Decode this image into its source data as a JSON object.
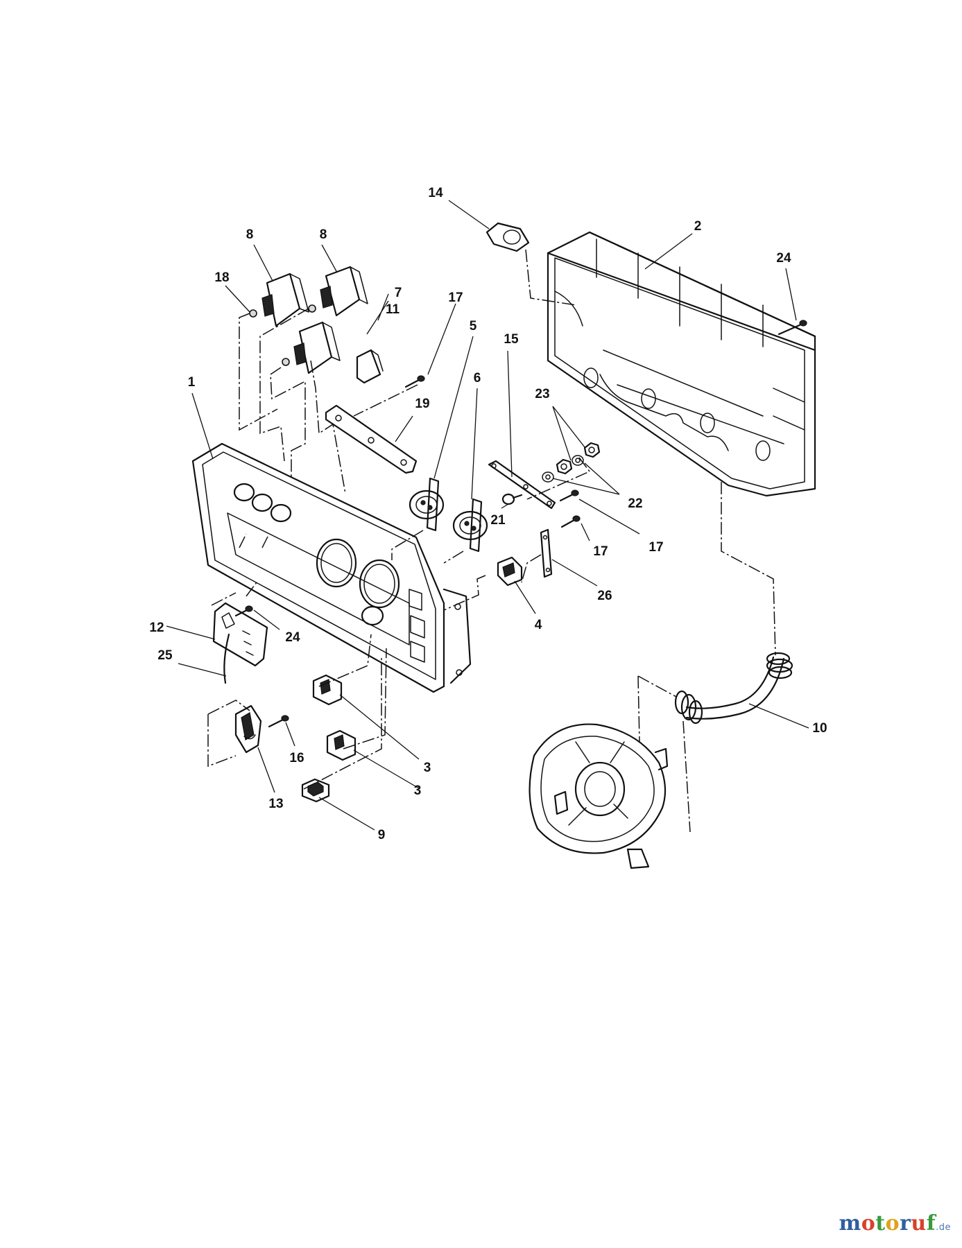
{
  "callouts": [
    {
      "text": "14"
    },
    {
      "text": "2"
    },
    {
      "text": "24"
    },
    {
      "text": "8"
    },
    {
      "text": "8"
    },
    {
      "text": "18"
    },
    {
      "text": "7"
    },
    {
      "text": "11"
    },
    {
      "text": "17"
    },
    {
      "text": "5"
    },
    {
      "text": "15"
    },
    {
      "text": "6"
    },
    {
      "text": "1"
    },
    {
      "text": "19"
    },
    {
      "text": "23"
    },
    {
      "text": "22"
    },
    {
      "text": "21"
    },
    {
      "text": "17"
    },
    {
      "text": "17"
    },
    {
      "text": "26"
    },
    {
      "text": "4"
    },
    {
      "text": "12"
    },
    {
      "text": "24"
    },
    {
      "text": "25"
    },
    {
      "text": "16"
    },
    {
      "text": "13"
    },
    {
      "text": "3"
    },
    {
      "text": "3"
    },
    {
      "text": "9"
    },
    {
      "text": "10"
    }
  ],
  "watermark": {
    "letters": [
      "m",
      "o",
      "t",
      "o",
      "r",
      "u",
      "f"
    ],
    "colors": [
      "#2f5f9e",
      "#d9412b",
      "#3a9a3c",
      "#e0a21b",
      "#2f5f9e",
      "#d9412b",
      "#3a9a3c"
    ],
    "suffix": ".de"
  }
}
